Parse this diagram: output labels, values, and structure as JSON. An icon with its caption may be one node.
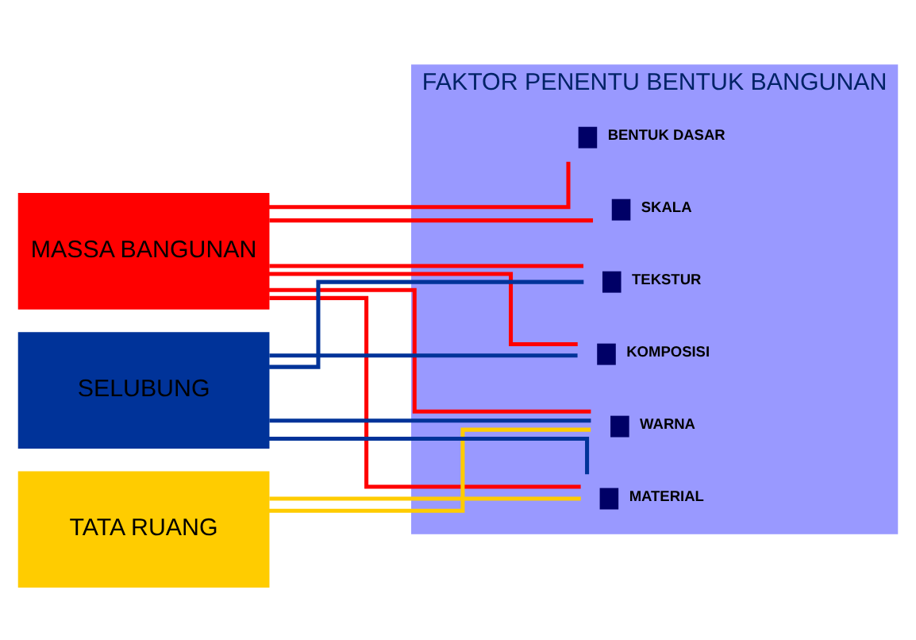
{
  "diagram": {
    "nodes": [
      {
        "text": [
          "MASSA BANGUNAN"
        ]
      },
      {
        "text": [
          "TATA RUANG"
        ]
      },
      {
        "text": [
          "SELUBUNG"
        ]
      },
      {
        "text": [
          "FAKTOR PENENTU BENTUK BANGUNAN"
        ]
      },
      {
        "text": [
          "BENTUK DASAR"
        ],
        "in": 3
      },
      {
        "text": [
          "SKALA"
        ],
        "in": 3
      },
      {
        "text": [
          "WARNA"
        ],
        "in": 3
      },
      {
        "text": [
          "TEKSTUR"
        ],
        "in": 3
      },
      {
        "text": [
          "MATERIAL"
        ],
        "in": 3
      },
      {
        "text": [
          "KOMPOSISI"
        ],
        "in": 3
      }
    ],
    "edges": [
      {
        "from": 0,
        "to": 4,
        "arrow": "none"
      },
      {
        "from": 0,
        "to": 5,
        "arrow": "none"
      },
      {
        "from": 0,
        "to": 6,
        "arrow": "none"
      },
      {
        "from": 0,
        "to": 7,
        "arrow": "none"
      },
      {
        "from": 0,
        "to": 8,
        "arrow": "none"
      },
      {
        "from": 0,
        "to": 9,
        "arrow": "none"
      },
      {
        "from": 1,
        "to": 6,
        "arrow": "none",
        "color": "#ffcc00"
      },
      {
        "from": 1,
        "to": 8,
        "arrow": "none",
        "color": "#ffcc00"
      },
      {
        "from": 2,
        "to": 6,
        "arrow": "none",
        "color": "#003399"
      },
      {
        "from": 2,
        "to": 7,
        "arrow": "none",
        "color": "#003399"
      },
      {
        "from": 2,
        "to": 8,
        "arrow": "none",
        "color": "#003399"
      },
      {
        "from": 2,
        "to": 9,
        "arrow": "none",
        "color": "#003399"
      }
    ]
  }
}
